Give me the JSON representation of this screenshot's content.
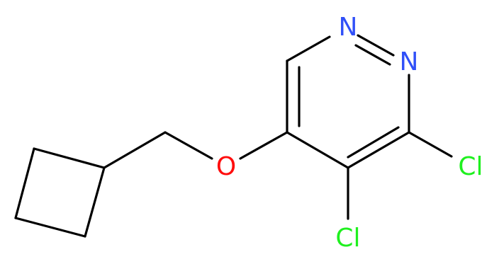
{
  "molecule": {
    "atoms": [
      {
        "id": "N1",
        "label": "N",
        "color": "#3050f8"
      },
      {
        "id": "N2",
        "label": "N",
        "color": "#3050f8"
      },
      {
        "id": "O",
        "label": "O",
        "color": "#ff0d0d"
      },
      {
        "id": "Cl1",
        "label": "Cl",
        "color": "#1ff01f"
      },
      {
        "id": "Cl2",
        "label": "Cl",
        "color": "#1ff01f"
      }
    ],
    "bond_color": "#000000"
  }
}
